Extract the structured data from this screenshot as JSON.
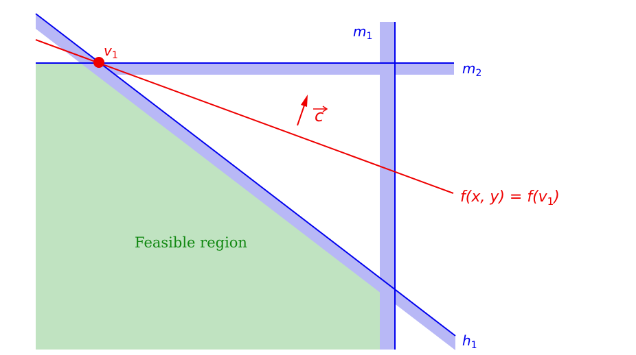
{
  "colors": {
    "feasible_fill": "#c0e3c1",
    "halfplane_shade": "#b8b8f6",
    "constraint_line": "#0000ee",
    "objective": "#ee0000",
    "region_label": "#118811"
  },
  "labels": {
    "vertex": "v",
    "vertex_sub": "1",
    "m1": "m",
    "m1_sub": "1",
    "m2": "m",
    "m2_sub": "2",
    "h1": "h",
    "h1_sub": "1",
    "objective_prefix": "f(x, y) = f(v",
    "objective_sub": "1",
    "objective_suffix": ")",
    "direction": "c",
    "region": "Feasible region"
  }
}
